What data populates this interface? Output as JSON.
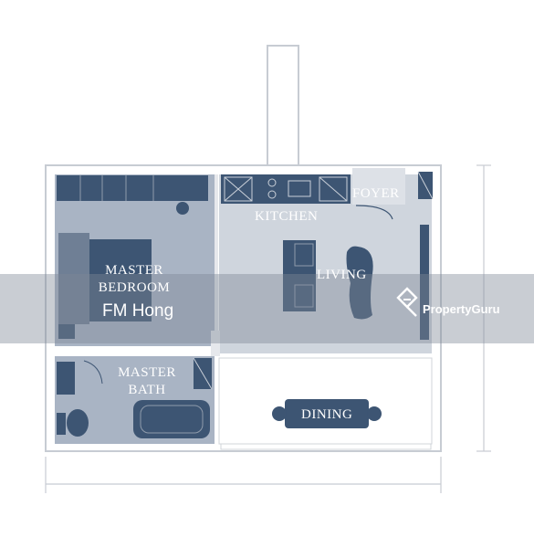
{
  "floorplan": {
    "rooms": {
      "foyer": "FOYER",
      "kitchen": "KITCHEN",
      "master_bedroom_line1": "MASTER",
      "master_bedroom_line2": "BEDROOM",
      "living": "LIVING",
      "master_bath_line1": "MASTER",
      "master_bath_line2": "BATH",
      "dining": "DINING"
    }
  },
  "watermark": {
    "agent_name": "FM Hong",
    "brand": "PropertyGuru"
  },
  "colors": {
    "floor": "#c9cfd8",
    "wall": "#e6e8ec",
    "furniture": "#3d5573",
    "furniture_light": "#9aa6b6",
    "band": "#7f8895"
  }
}
